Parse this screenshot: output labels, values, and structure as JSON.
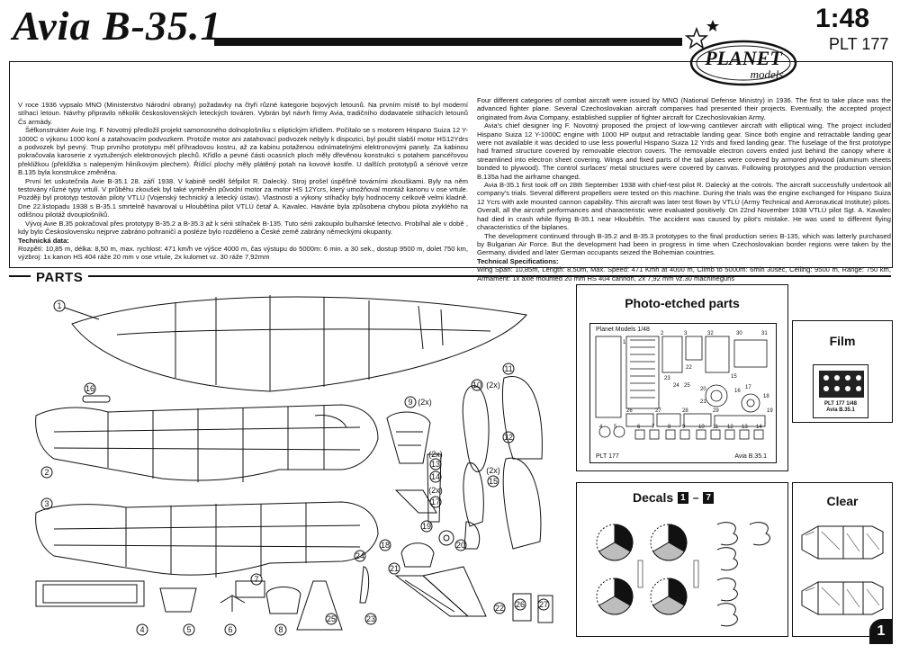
{
  "header": {
    "title": "Avia B-35.1",
    "scale": "1:48",
    "product_code": "PLT 177",
    "brand_top": "PLANET",
    "brand_bottom": "models"
  },
  "intro": {
    "czech": [
      "V roce 1936 vypsalo MNO (Ministerstvo Národní obrany) požadavky na čtyři různé kategorie bojových letounů. Na prvním místě to byl moderní stíhací letoun. Návrhy připravilo několik československých leteckých továren. Vybrán byl návrh firmy Avia, tradičního dodavatele stíhacích letounů Čs armády.",
      "Šéfkonstrukter Avie Ing. F. Novotný předložil projekt samonosného dolnoplošníku s eliptickým křídlem. Počítalo se s motorem Hispano Suiza 12 Y-1000C o výkonu 1000 koní a zatahovacím podvozkem. Protože motor ani zatahovací podvozek nebyly k dispozici, byl použit slabší motor HS12Ydrs a podvozek byl pevný. Trup prvního prototypu měl příhradovou kostru, až za kabinu potaženou odnímatelnými elektronovými panely. Za kabinou pokračovala karoserie z vyztužených elektronových plechů. Křídlo a pevné části ocasních ploch měly dřevěnou konstrukci s potahem pancéřovou překližkou (překližka s nalepeným hliníkovým plechem). Řídící plochy měly plátěný potah na kovové kostře. U dalších prototypů a sériové verze B.135 byla konstrukce změněna.",
      "První let uskutečnila Avie B-35.1 28. září 1938. V kabině seděl šéfpilot R. Dalecký. Stroj prošel úspěšně továrními zkouškami. Byly na něm testovány různé typy vrtulí. V průběhu zkoušek byl také vyměněn původní motor za motor HS 12Ycrs, který umožňoval montáž kanonu v ose vrtule. Později byl prototyp testován piloty VTLÚ (Vojenský technický a letecký ústav). Vlastnosti a výkony stíhačky byly hodnoceny celkově velmi kladně. Dne 22.listopadu 1938 s B-35.1 smrtelně havaroval u Hloubětína pilot VTLÚ četař A. Kavalec. Havárie byla způsobena chybou pilota zvyklého na odlišnou pilotáž dvouplošníků.",
      "Vývoj Avie B.35 pokračoval přes prototypy B-35.2 a B-35.3 až k sérii stíhaček B-135. Tuto sérii zakoupilo bulharské letectvo. Probíhal ale v době , kdy bylo Československu nejprve zabráno pohraničí a posléze bylo rozděleno a České země zabrány německými okupanty."
    ],
    "czech_spec_title": "Technická data:",
    "czech_spec": "Rozpětí: 10,85 m, délka: 8,50 m, max. rychlost: 471 km/h ve výšce 4000 m, čas výstupu do 5000m: 6 min. a 30 sek., dostup 9500 m, dolet 750 km, výzbroj: 1x kanon HS 404 ráže 20 mm v ose vrtule, 2x kulomet vz. 30 ráže 7,92mm",
    "english": [
      "Four different categories of combat aircraft were issued by MNO (National Defense Ministry) in 1936. The first to take place was the advanced fighter plane. Several Czechoslovakian aircraft companies had presented their projects. Eventually, the accepted project originated from Avia Company, established supplier of fighter aircraft for Czechoslovakian Army.",
      "Avia's chief designer Ing F. Novotný proposed the project of low-wing cantilever aircraft with elliptical wing. The project included Hispano Suiza 12 Y-1000C engine with 1000 HP output and retractable landing gear. Since both engine and retractable landing gear were not available it was decided to use less powerful Hispano Suiza 12 Yrds and fixed landing gear. The fuselage of the first prototype had framed structure covered by removable electron covers. The removable electron covers ended just behind the canopy where it streamlined into electron sheet covering. Wings and fixed parts of the tail planes were covered by armored plywood (aluminum sheets bonded to plywood). The control surfaces' metal structures were covered by canvas. Following prototypes and the production version B.135a had the airframe changed.",
      "Avia B-35.1 first took off on 28th September 1938 with chief-test pilot R. Dalecký at the cotrols. The aircraft successfully undertook all company's trials. Several different propellers were tested on this machine. During the trials was the engine exchanged for Hispano Suiza 12 Ycrs with axle mounted cannon capability. This aircraft was later test flown by VTLÚ (Army Technical and Aeronautical Institute) pilots. Overall, all the aircraft performances and characteristic were evaluated positively. On 22nd November 1938 VTLÚ pilot Sgt. A. Kavalec had died in crash while flying B-35.1 near Hloubětín. The accident was caused by pilot's mistake. He was used to different flying characteristics of the biplanes.",
      "The development continued through B-35.2 and B-35.3 prototypes to the final production series B-135, which was latterly purchased by Bulgarian Air Force. But the development had been in progress in time when Czechoslovakian border regions were taken by the Germany, divided and later German occupants seized the Bohemian countries."
    ],
    "english_spec_title": "Technical Specifications:",
    "english_spec": "Wing Span: 10,85m, Length: 8,50m, Max. Speed: 471 Kmh at 4000 m, Climb to 5000m: 6min 30sec, Ceiling: 9500 m, Range: 750 km, Armament: 1x axle mounted 20 mm HS 404 cannon, 2x 7,92 mm vz.30 machineguns"
  },
  "parts": {
    "title": "PARTS",
    "labels": [
      "1",
      "2",
      "3",
      "4",
      "5",
      "6",
      "7",
      "8",
      "9",
      "(2x)",
      "10",
      "(2x)",
      "11",
      "12",
      "13",
      "(2x)",
      "14",
      "(2x)",
      "15",
      "16",
      "17",
      "(2x)",
      "18",
      "19",
      "20",
      "21",
      "22",
      "23",
      "24",
      "25",
      "26",
      "27"
    ]
  },
  "photo_etched": {
    "title": "Photo-etched parts",
    "fret_top_label": "Planet Models 1/48",
    "fret_bottom_left": "PLT 177",
    "fret_bottom_right": "Avia B.35.1",
    "fret_numbers": [
      "1",
      "2",
      "3",
      "4",
      "5",
      "6",
      "7",
      "8",
      "9",
      "10",
      "11",
      "12",
      "13",
      "14",
      "15",
      "16",
      "17",
      "18",
      "19",
      "20",
      "21",
      "22",
      "23",
      "24",
      "25",
      "26",
      "27",
      "28",
      "29",
      "30",
      "31",
      "32"
    ]
  },
  "film": {
    "title": "Film",
    "label_line1": "PLT 177 1/48",
    "label_line2": "Avia B.35.1"
  },
  "decals": {
    "title": "Decals",
    "range_start": "1",
    "range_sep": "–",
    "range_end": "7"
  },
  "clear": {
    "title": "Clear"
  },
  "page_number": "1",
  "colors": {
    "ink": "#111111",
    "paper": "#ffffff",
    "gray": "#bdbdbd"
  }
}
